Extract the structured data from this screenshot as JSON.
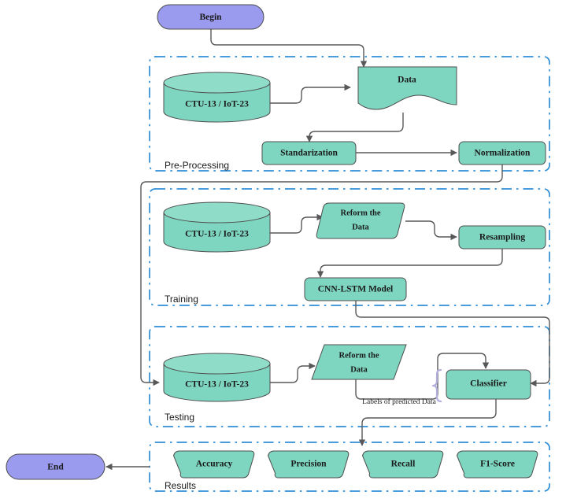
{
  "diagram": {
    "title": "CNN-LSTM IoT Intrusion Detection Pipeline Flowchart",
    "colors": {
      "terminal_fill": "#9a9aee",
      "process_fill": "#7ed6c1",
      "group_border": "#2f8ed6",
      "link_stroke": "#58585a",
      "brace_stroke": "#b4b0dd",
      "shape_stroke": "#4d4d4d"
    },
    "terminals": {
      "begin": "Begin",
      "end": "End"
    },
    "groups": [
      {
        "id": "pre-processing",
        "label": "Pre-Processing"
      },
      {
        "id": "training",
        "label": "Training"
      },
      {
        "id": "testing",
        "label": "Testing"
      },
      {
        "id": "results",
        "label": "Results"
      }
    ],
    "preprocessing": {
      "dataset": "CTU-13 / IoT-23",
      "document": "Data",
      "standardization": "Standarization",
      "normalization": "Normalization"
    },
    "training": {
      "dataset": "CTU-13 / IoT-23",
      "reform_line1": "Reform the",
      "reform_line2": "Data",
      "resampling": "Resampling",
      "model": "CNN-LSTM Model"
    },
    "testing": {
      "dataset": "CTU-13 / IoT-23",
      "reform_line1": "Reform the",
      "reform_line2": "Data",
      "classifier": "Classifier",
      "edge_label": "Labels of predicted Data"
    },
    "results": {
      "metrics": [
        "Accuracy",
        "Precision",
        "Recall",
        "F1-Score"
      ]
    }
  }
}
